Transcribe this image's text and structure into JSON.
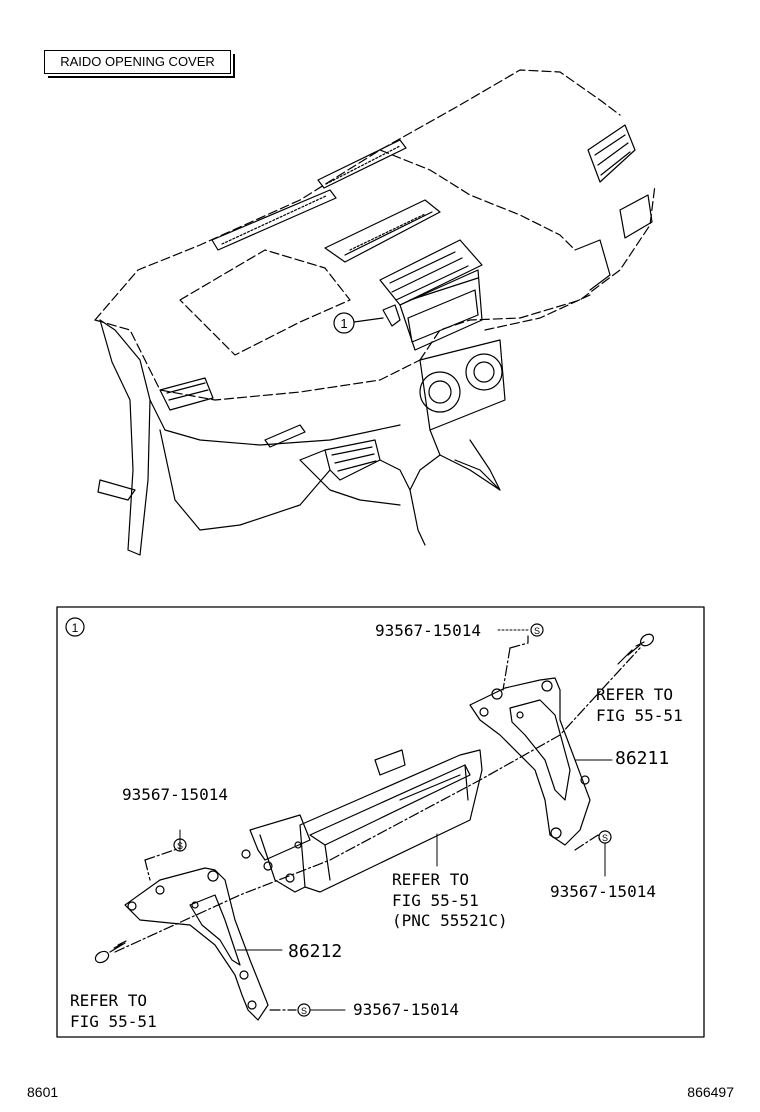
{
  "header": {
    "title": "RAIDO OPENING COVER"
  },
  "overview": {
    "callout": "1"
  },
  "detail": {
    "callout": "1",
    "labels": {
      "screw_top": "93567-15014",
      "refer_right_1": "REFER TO",
      "refer_right_2": "FIG 55-51",
      "part_right": "86211",
      "screw_left": "93567-15014",
      "refer_center_1": "REFER TO",
      "refer_center_2": "FIG 55-51",
      "refer_center_3": "(PNC 55521C)",
      "screw_right": "93567-15014",
      "part_left": "86212",
      "refer_left_1": "REFER TO",
      "refer_left_2": "FIG 55-51",
      "screw_bottom": "93567-15014",
      "s_symbol": "S"
    }
  },
  "footer": {
    "left_code": "8601",
    "right_code": "866497"
  }
}
